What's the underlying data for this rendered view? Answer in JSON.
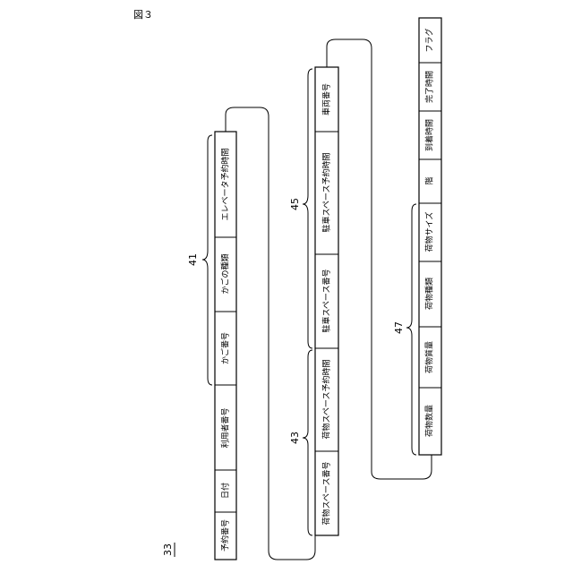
{
  "figure_title": "図３",
  "reference": "33",
  "column1": {
    "label": "41",
    "fields": [
      "予約番号",
      "日付",
      "利用者番号",
      "かご番号",
      "かごの種類",
      "エレベータ予約時間"
    ]
  },
  "column2": {
    "label": "43",
    "label2": "45",
    "fields": [
      "荷物スペース番号",
      "荷物スペース予約時間",
      "駐車スペース番号",
      "駐車スペース予約時間",
      "車両番号"
    ]
  },
  "column3": {
    "label": "47",
    "fields": [
      "荷物数量",
      "荷物質量",
      "荷物種類",
      "荷物サイズ",
      "階",
      "到着時間",
      "完了時間",
      "フラグ"
    ]
  }
}
